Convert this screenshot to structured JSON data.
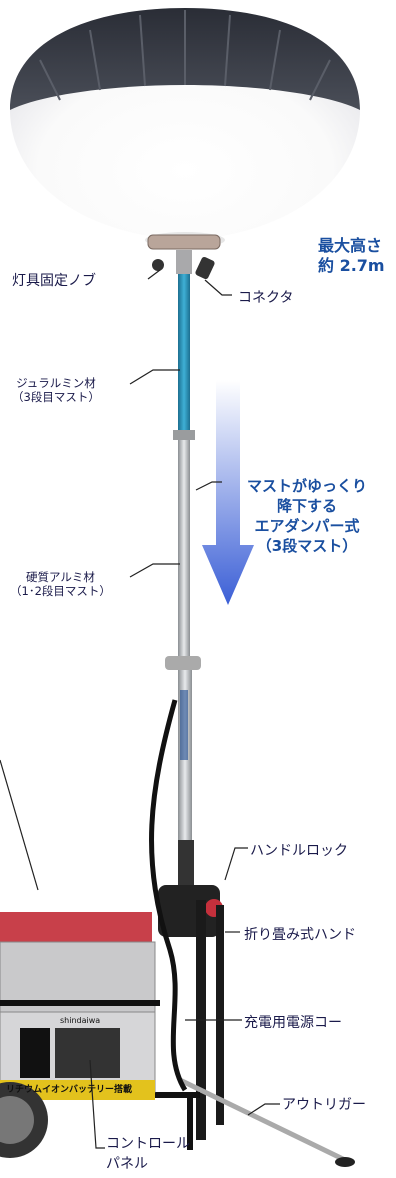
{
  "colors": {
    "accent": "#1a4fa0",
    "label_text": "#1a1a4a",
    "arrow_gradient_top": "#ffffff",
    "arrow_gradient_bottom": "#3b5fd6",
    "mast_upper": "#2a8fb8",
    "mast_lower": "#b8bcc0",
    "battery_red": "#c8404a"
  },
  "headline": {
    "max_height_line1": "最大高さ",
    "max_height_line2": "約 2.7m"
  },
  "descent_note": {
    "line1": "マストがゆっくり",
    "line2": "降下する",
    "line3": "エアダンパー式",
    "line4": "（3段マスト）"
  },
  "callouts": {
    "lamp_knob": "灯具固定ノブ",
    "connector": "コネクタ",
    "duralumin_line1": "ジュラルミン材",
    "duralumin_line2": "（3段目マスト）",
    "aluminum_line1": "硬質アルミ材",
    "aluminum_line2": "（1･2段目マスト）",
    "handle_lock": "ハンドルロック",
    "folding_handle": "折り畳み式ハンド",
    "charging_cord": "充電用電源コー",
    "outrigger": "アウトリガー",
    "control_line1": "コントロール",
    "control_line2": "パネル"
  },
  "battery_panel": {
    "banner": "リチウムイオンバッテリー搭載",
    "brand": "shindaiwa"
  },
  "icons": [
    "balloon-light-icon",
    "down-arrow-icon"
  ]
}
